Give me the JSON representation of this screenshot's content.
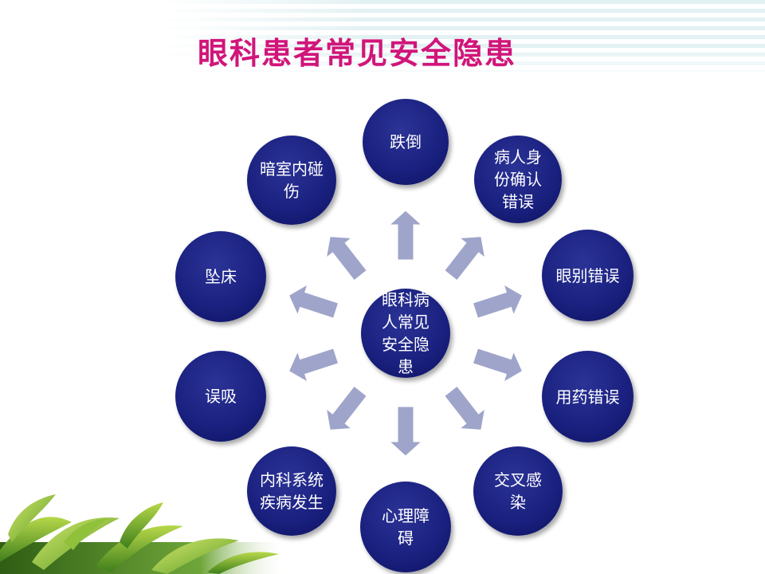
{
  "title": "眼科患者常见安全隐患",
  "center": "眼科病人常见安全隐患",
  "nodes": [
    {
      "label": "跌倒"
    },
    {
      "label": "病人身份确认错误"
    },
    {
      "label": "眼别错误"
    },
    {
      "label": "用药错误"
    },
    {
      "label": "交叉感染"
    },
    {
      "label": "心理障碍"
    },
    {
      "label": "内科系统疾病发生"
    },
    {
      "label": "误吸"
    },
    {
      "label": "坠床"
    },
    {
      "label": "暗室内碰伤"
    }
  ],
  "colors": {
    "title": "#d1157a",
    "node": "#1a2180",
    "arrow": "#9aa0c8"
  }
}
